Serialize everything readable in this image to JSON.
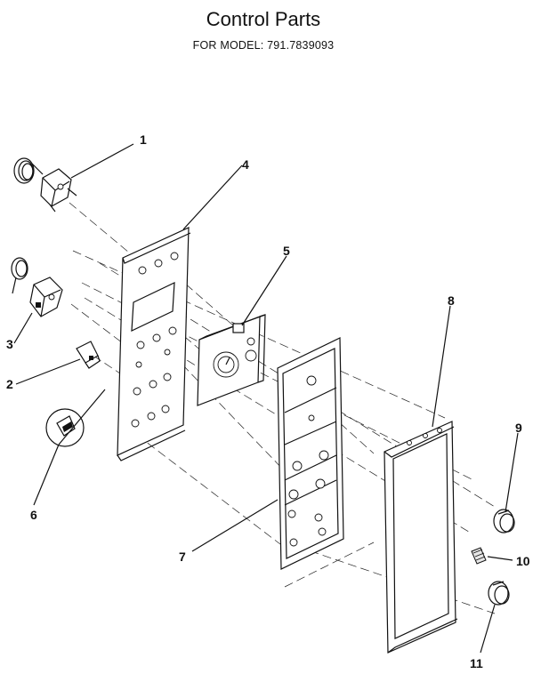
{
  "title": "Control Parts",
  "subtitle": "FOR MODEL:  791.7839093",
  "callouts": [
    {
      "id": "1",
      "label": "1"
    },
    {
      "id": "2",
      "label": "2"
    },
    {
      "id": "3",
      "label": "3"
    },
    {
      "id": "4",
      "label": "4"
    },
    {
      "id": "5",
      "label": "5"
    },
    {
      "id": "6",
      "label": "6"
    },
    {
      "id": "7",
      "label": "7"
    },
    {
      "id": "8",
      "label": "8"
    },
    {
      "id": "9",
      "label": "9"
    },
    {
      "id": "10",
      "label": "10"
    },
    {
      "id": "11",
      "label": "11"
    }
  ]
}
